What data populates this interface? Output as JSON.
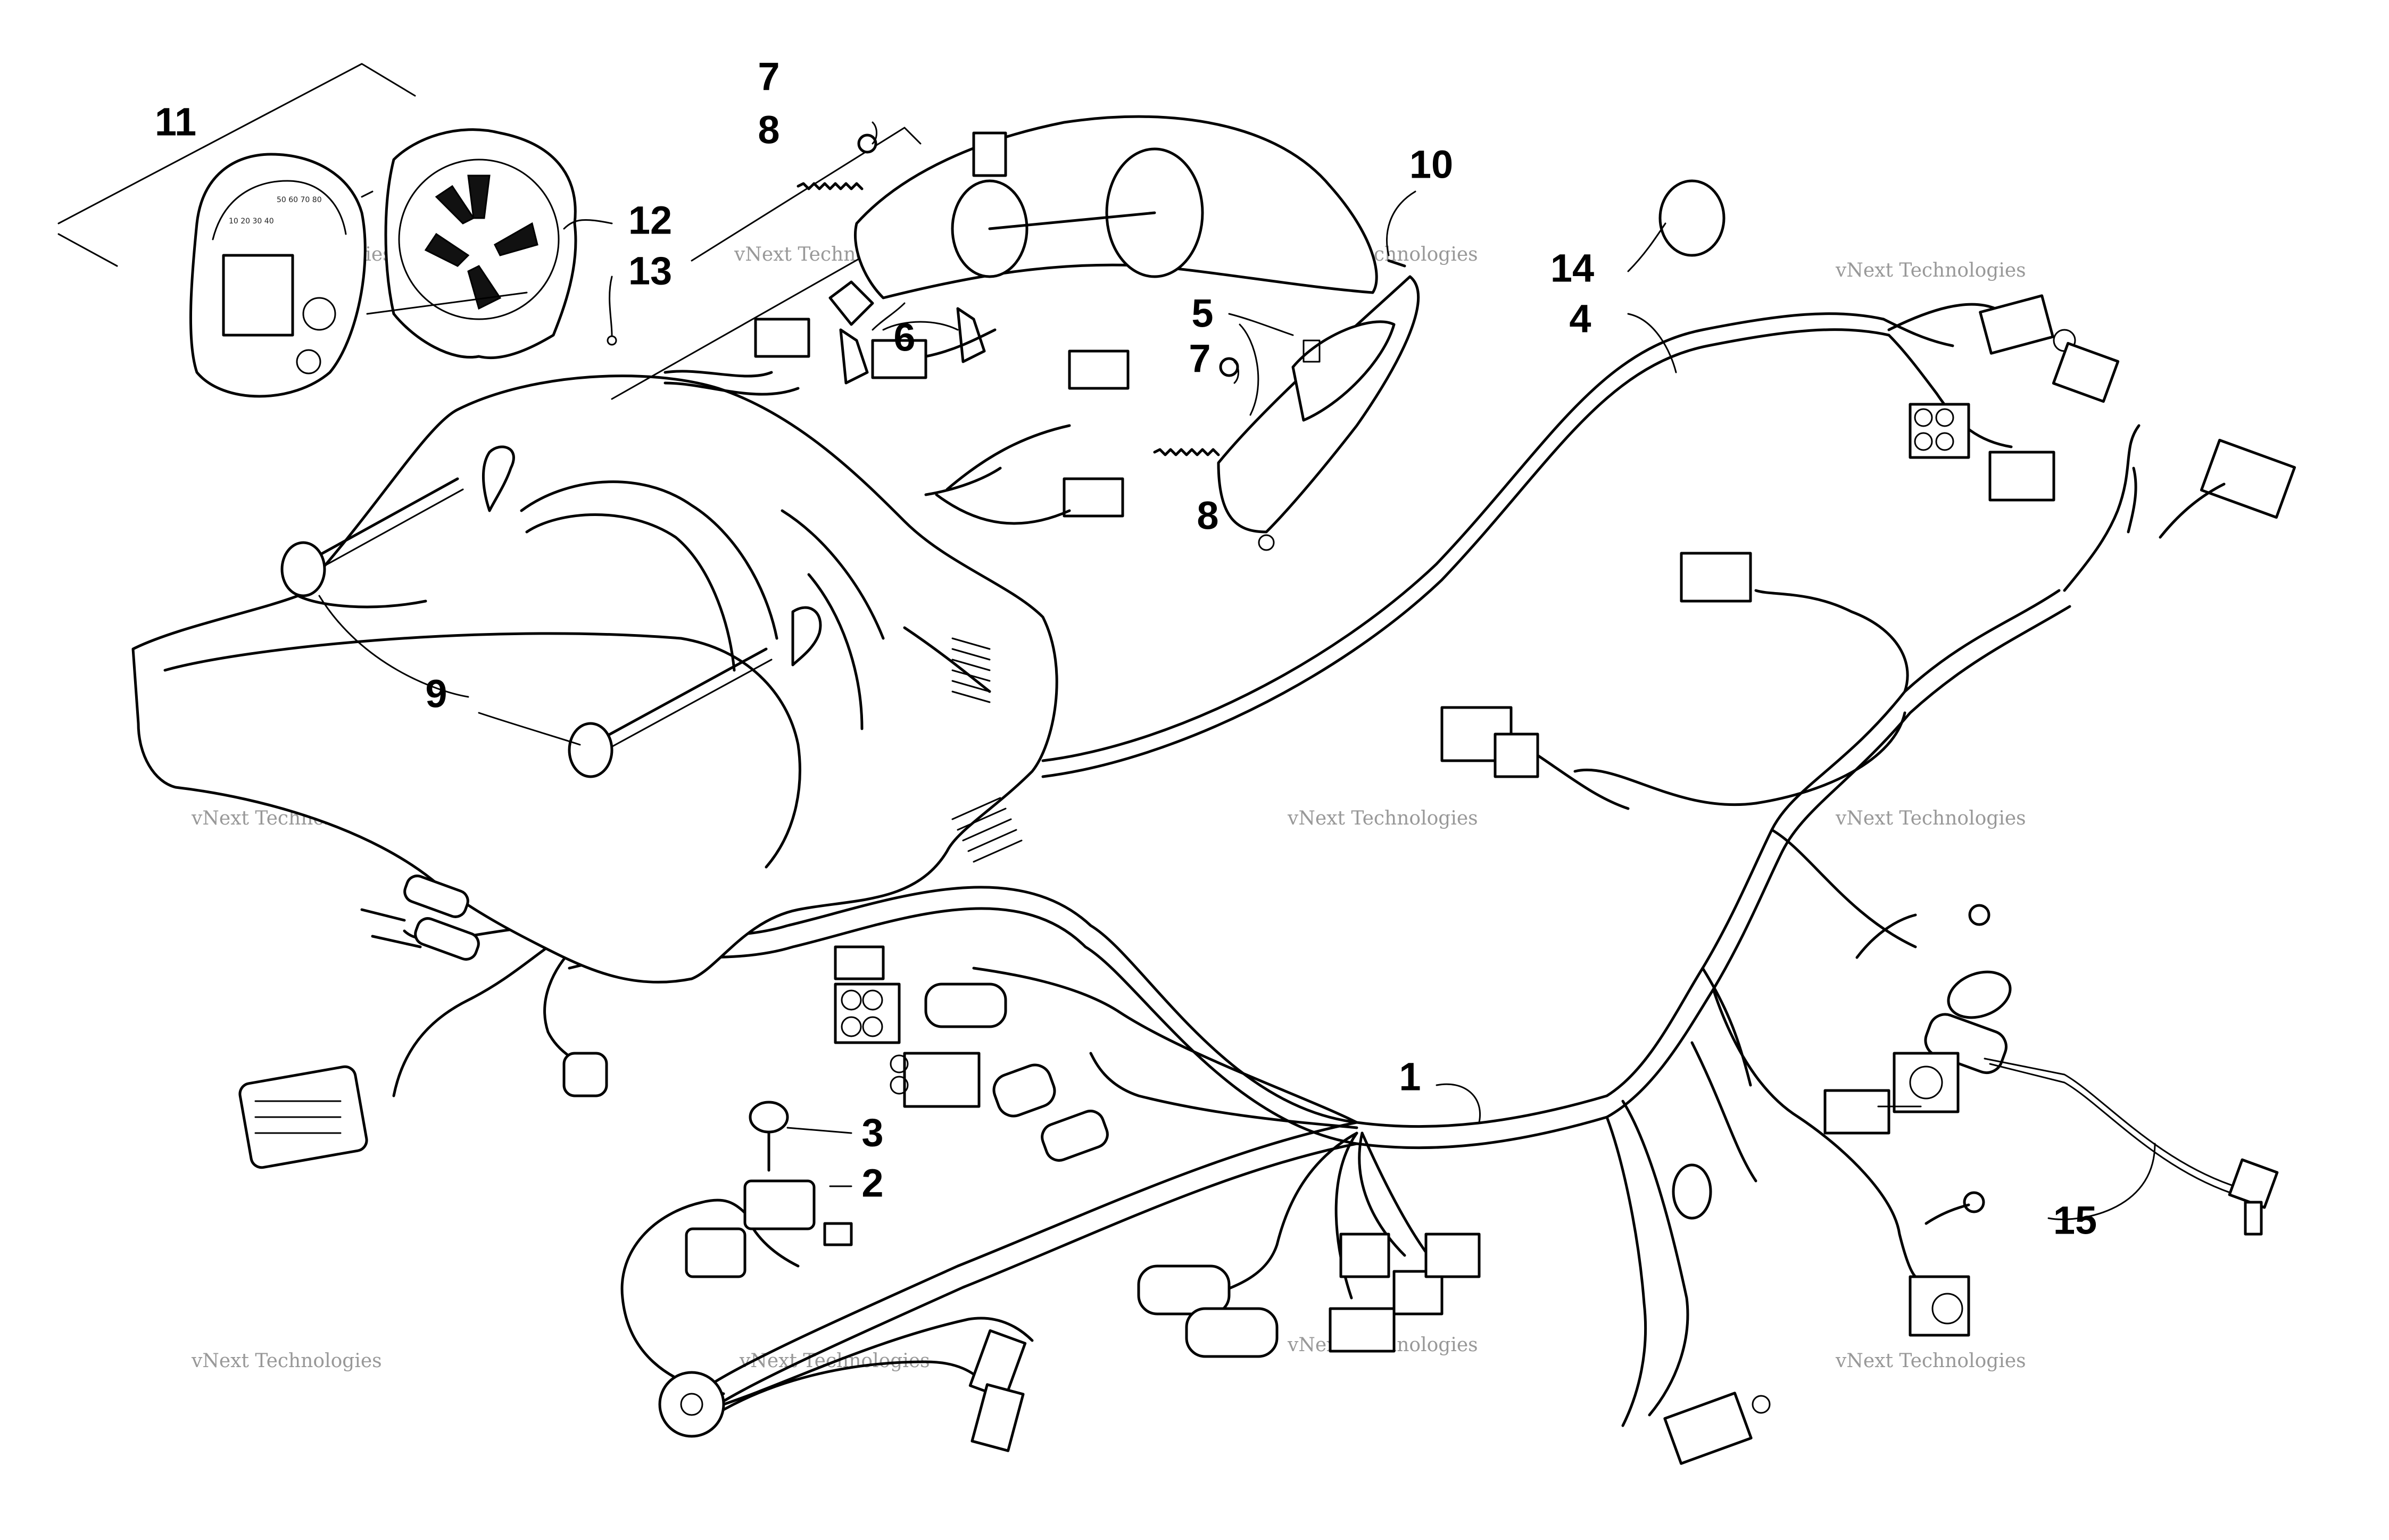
{
  "diagram": {
    "callouts": [
      {
        "id": "1",
        "label": "1"
      },
      {
        "id": "2",
        "label": "2"
      },
      {
        "id": "3",
        "label": "3"
      },
      {
        "id": "4",
        "label": "4"
      },
      {
        "id": "5",
        "label": "5"
      },
      {
        "id": "6",
        "label": "6"
      },
      {
        "id": "7a",
        "label": "7"
      },
      {
        "id": "7b",
        "label": "7"
      },
      {
        "id": "8a",
        "label": "8"
      },
      {
        "id": "8b",
        "label": "8"
      },
      {
        "id": "9",
        "label": "9"
      },
      {
        "id": "10",
        "label": "10"
      },
      {
        "id": "11",
        "label": "11"
      },
      {
        "id": "12",
        "label": "12"
      },
      {
        "id": "13",
        "label": "13"
      },
      {
        "id": "14",
        "label": "14"
      },
      {
        "id": "15",
        "label": "15"
      }
    ],
    "watermark": {
      "line1": "vNext Technologies",
      "line2": "Technologies",
      "line3": "vNext"
    }
  }
}
